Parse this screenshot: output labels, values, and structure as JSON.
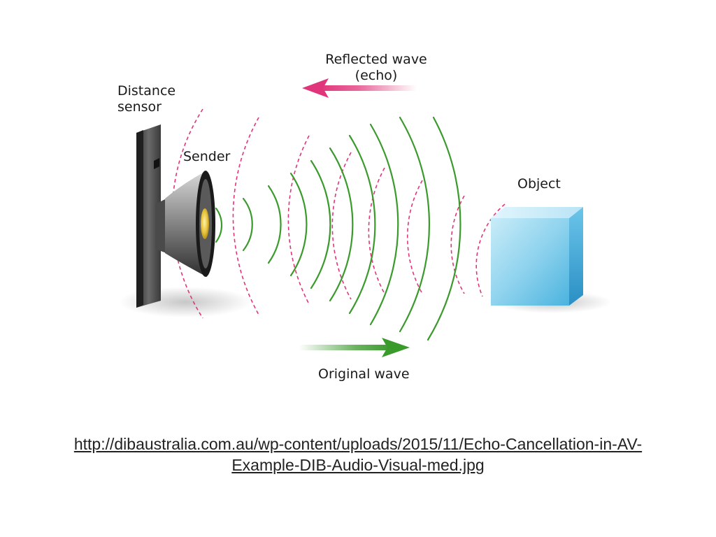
{
  "diagram": {
    "labels": {
      "distance_sensor_line1": "Distance",
      "distance_sensor_line2": "sensor",
      "reflected_wave_line1": "Reflected wave",
      "reflected_wave_line2": "(echo)",
      "sender": "Sender",
      "object": "Object",
      "original_wave": "Original wave"
    },
    "colors": {
      "original_wave": "#3a9a2c",
      "reflected_wave": "#e0357a",
      "object_face": "#8fd3ee",
      "sensor_body": "#3c3c3c",
      "speaker_cone": "#d6b02e"
    }
  },
  "source_url": {
    "line1": "http://dibaustralia.com.au/wp-content/uploads/2015/11/Echo-Cancellation-in-AV-",
    "line2": "Example-DIB-Audio-Visual-med.jpg"
  }
}
